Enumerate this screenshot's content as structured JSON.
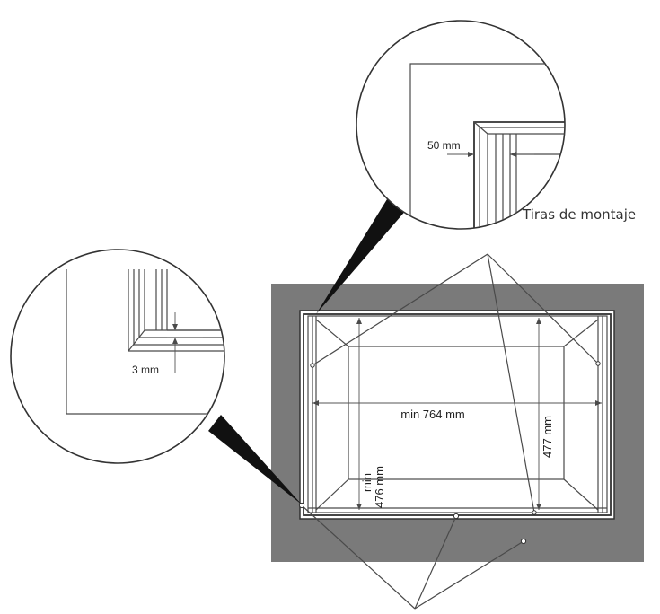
{
  "labels": {
    "mounting_strips": "Tiras de montaje",
    "gap_50": "50 mm",
    "gap_3": "3 mm",
    "min_width": "min 764 mm",
    "height_477": "477 mm",
    "min_height_line1": "min",
    "min_height_line2": "476 mm"
  },
  "colors": {
    "wall": "#7a7a7a",
    "line": "#4a4a4a",
    "background": "#ffffff"
  }
}
